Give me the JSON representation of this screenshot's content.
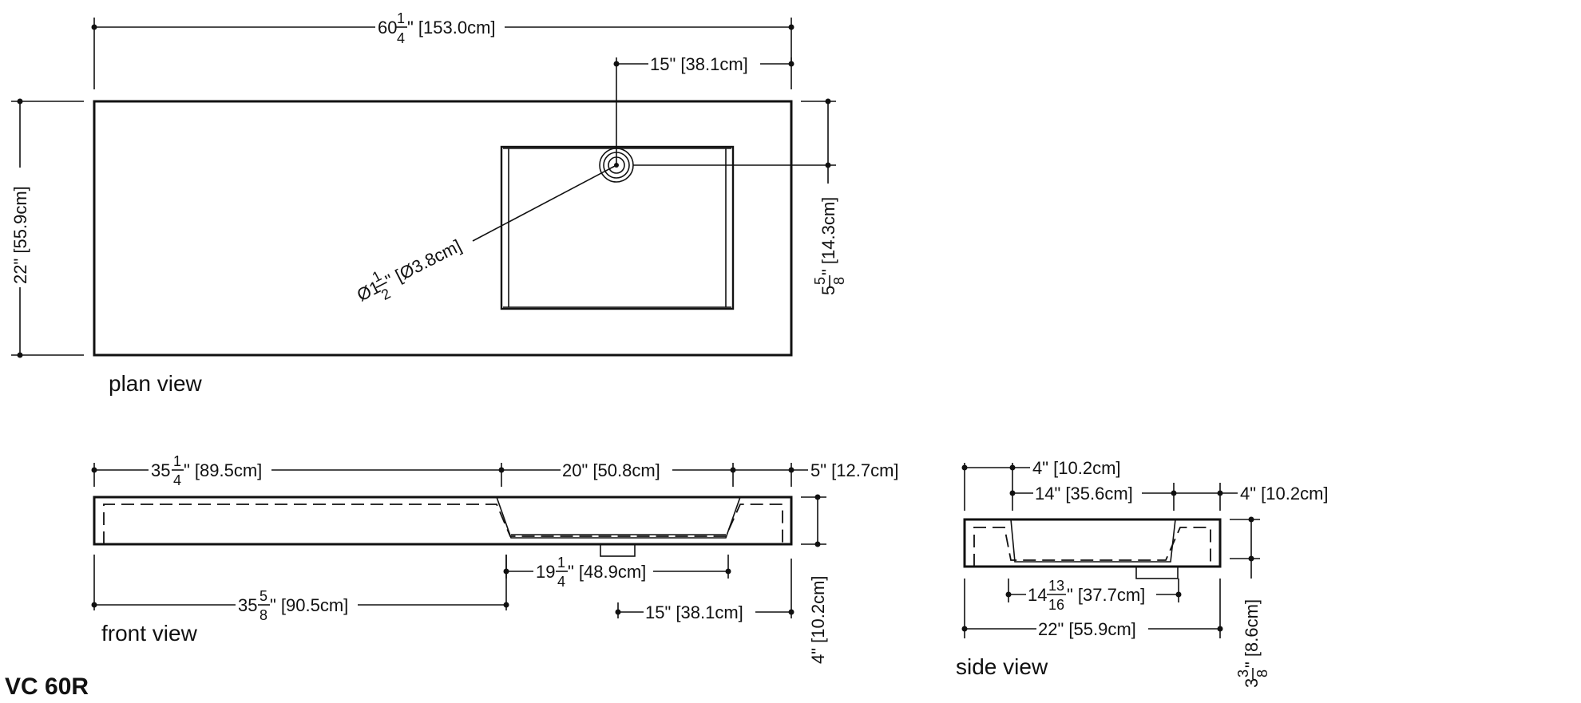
{
  "model": "VC 60R",
  "views": {
    "plan": "plan view",
    "front": "front view",
    "side": "side view"
  },
  "dims": {
    "plan_width": {
      "whole": "60",
      "num": "1",
      "den": "4",
      "rest": "\" [153.0cm]"
    },
    "plan_depth": {
      "text": "22\" [55.9cm]"
    },
    "drain_offset": {
      "text": "15\" [38.1cm]"
    },
    "drain_dia": {
      "whole": "Ø1",
      "num": "1",
      "den": "2",
      "rest": "\" [Ø3.8cm]"
    },
    "drain_back": {
      "whole": "5",
      "num": "5",
      "den": "8",
      "rest": "\" [14.3cm]"
    },
    "front_left": {
      "whole": "35",
      "num": "1",
      "den": "4",
      "rest": "\" [89.5cm]"
    },
    "front_basin": {
      "text": "20\" [50.8cm]"
    },
    "front_right": {
      "text": "5\" [12.7cm]"
    },
    "front_inner": {
      "whole": "19",
      "num": "1",
      "den": "4",
      "rest": "\" [48.9cm]"
    },
    "front_drain_x": {
      "whole": "35",
      "num": "5",
      "den": "8",
      "rest": "\" [90.5cm]"
    },
    "front_drain_r": {
      "text": "15\" [38.1cm]"
    },
    "front_height": {
      "text": "4\" [10.2cm]"
    },
    "side_front": {
      "text": "4\" [10.2cm]"
    },
    "side_basin": {
      "text": "14\" [35.6cm]"
    },
    "side_back": {
      "text": "4\" [10.2cm]"
    },
    "side_inner": {
      "whole": "14",
      "num": "13",
      "den": "16",
      "rest": "\" [37.7cm]"
    },
    "side_depth": {
      "text": "22\" [55.9cm]"
    },
    "side_height": {
      "whole": "3",
      "num": "3",
      "den": "8",
      "rest": "\" [8.6cm]"
    }
  }
}
